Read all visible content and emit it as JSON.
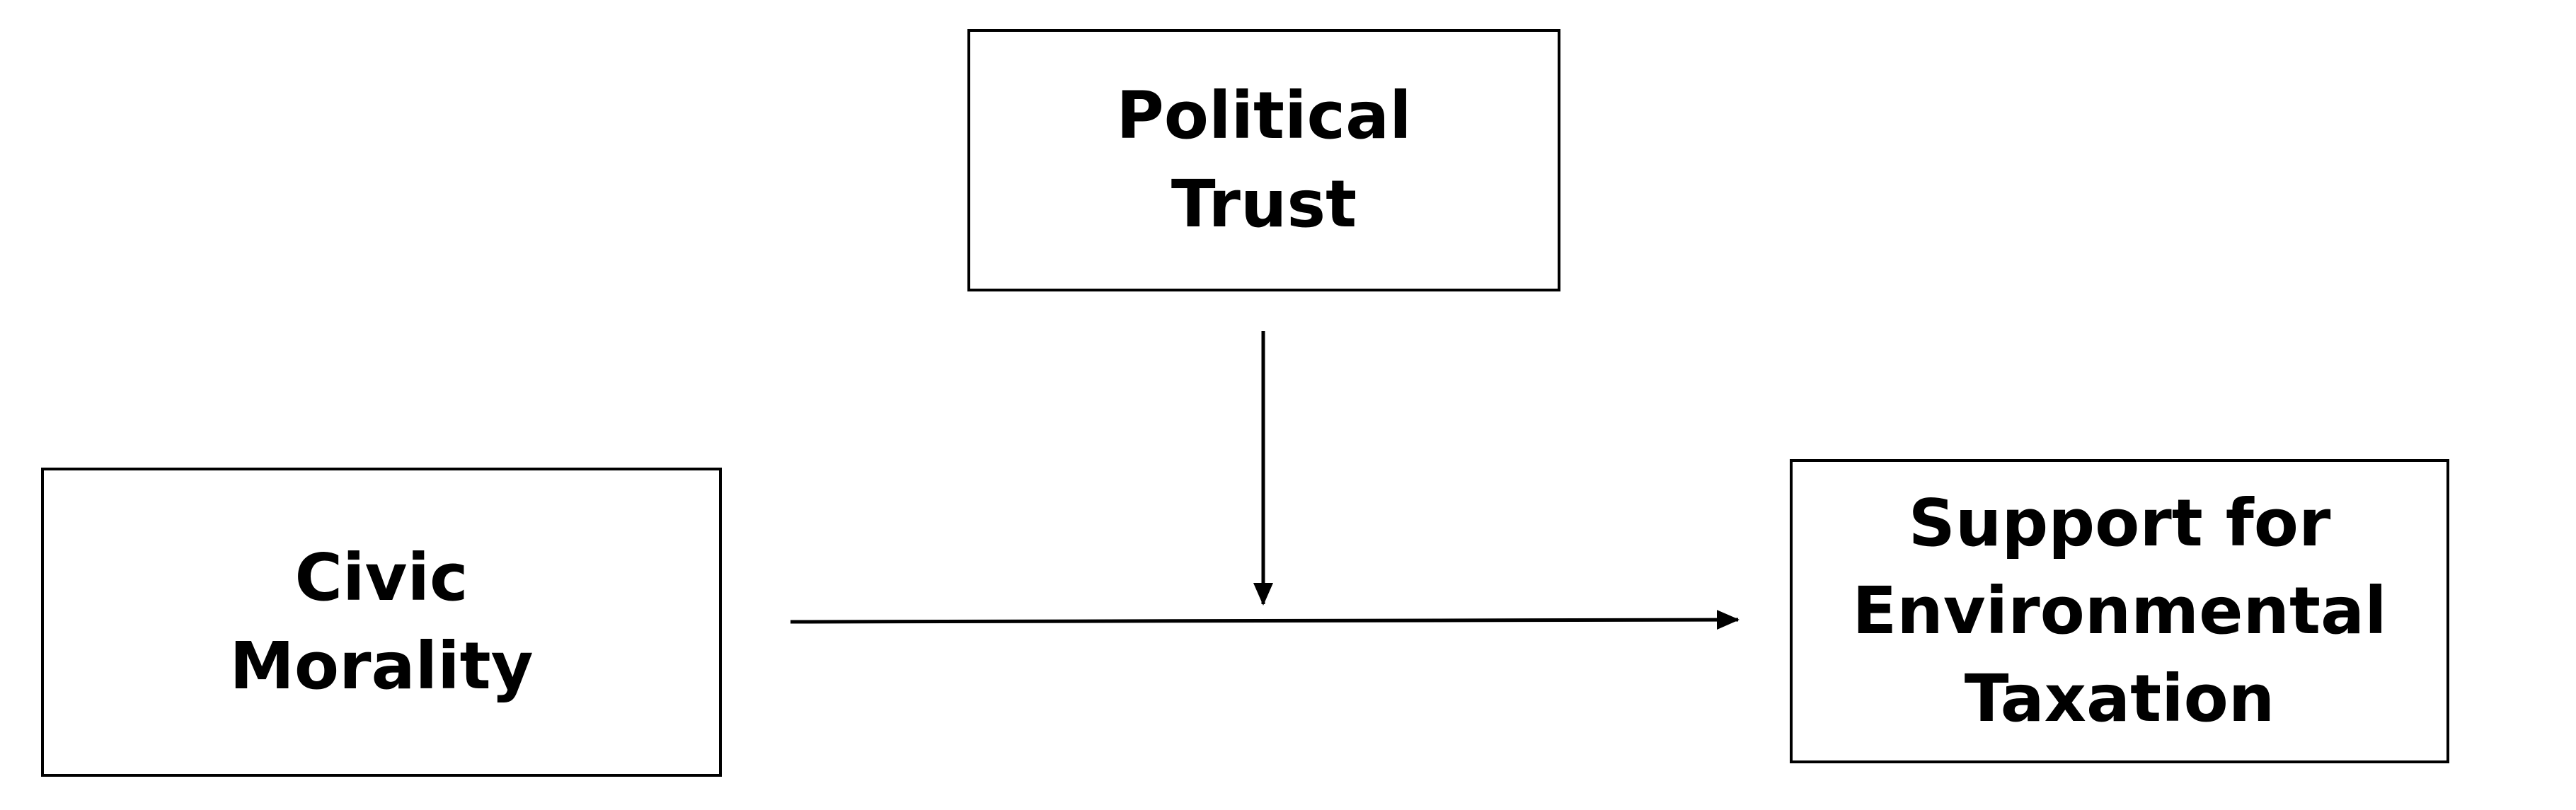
{
  "diagram": {
    "nodes": {
      "moderator": {
        "label": "Political\nTrust"
      },
      "predictor": {
        "label": "Civic\nMorality"
      },
      "outcome": {
        "label": "Support for\nEnvironmental\nTaxation"
      }
    },
    "edges": [
      {
        "from": "predictor",
        "to": "outcome",
        "type": "direct-effect"
      },
      {
        "from": "moderator",
        "to": "predictor-outcome-path",
        "type": "moderation"
      }
    ],
    "colors": {
      "stroke": "#000000",
      "fill": "#ffffff",
      "text": "#000000"
    }
  }
}
